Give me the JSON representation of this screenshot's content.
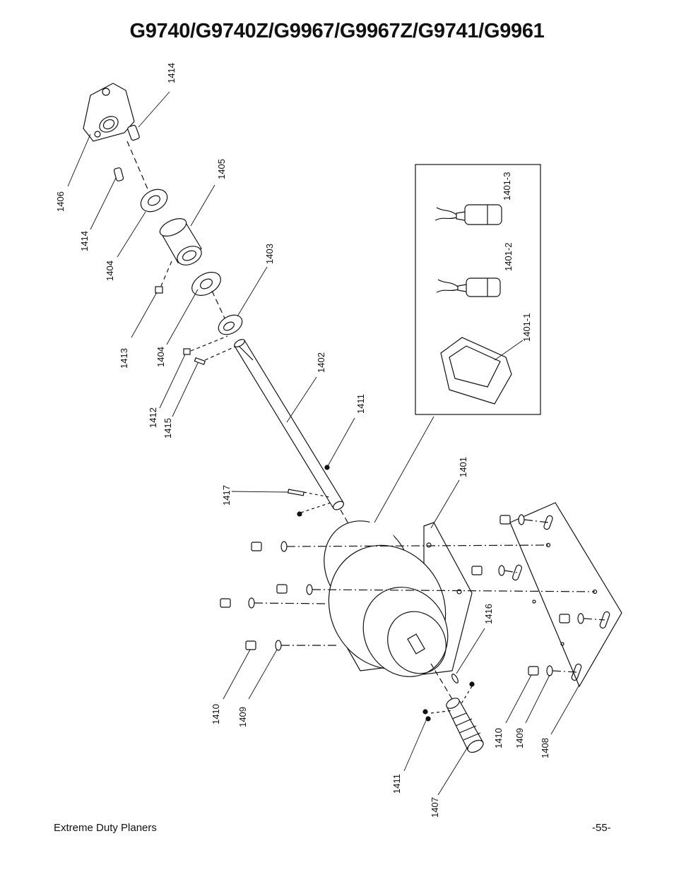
{
  "page": {
    "title": "G9740/G9740Z/G9967/G9967Z/G9741/G9961",
    "footer_left": "Extreme Duty Planers",
    "footer_right": "-55-"
  },
  "callouts": {
    "c1414a": "1414",
    "c1406": "1406",
    "c1414b": "1414",
    "c1405": "1405",
    "c1404a": "1404",
    "c1413": "1413",
    "c1404b": "1404",
    "c1403": "1403",
    "c1412": "1412",
    "c1415": "1415",
    "c1402": "1402",
    "c1411a": "1411",
    "c1417": "1417",
    "c1401": "1401",
    "c1416": "1416",
    "c1410a": "1410",
    "c1409a": "1409",
    "c1411b": "1411",
    "c1407": "1407",
    "c1410b": "1410",
    "c1409b": "1409",
    "c1408": "1408",
    "c1401_1": "1401-1",
    "c1401_2": "1401-2",
    "c1401_3": "1401-3"
  }
}
